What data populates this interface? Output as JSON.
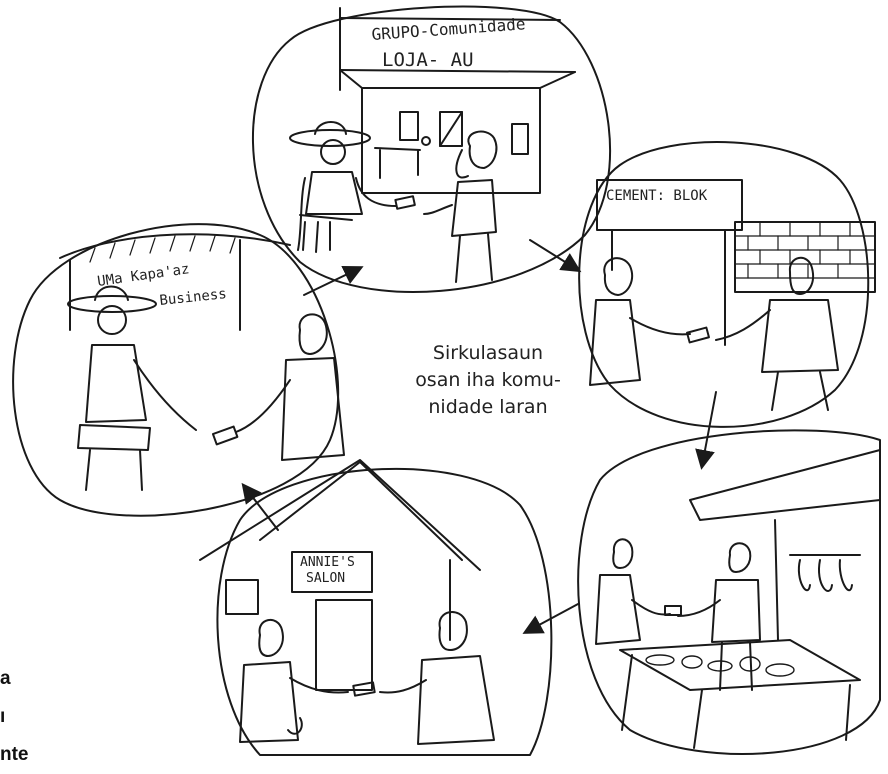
{
  "caption": {
    "lines": [
      "Sirkulasaun",
      "osan iha komu-",
      "nidade laran"
    ]
  },
  "side_text": {
    "lines": [
      "a",
      "ı",
      "nte"
    ]
  },
  "signs": {
    "store_top": "GRUPO-Comunidade",
    "store_name": "LOJA- AU",
    "cement": "CEMENT: BLOK",
    "carpentry_1": "UMa Kapa'az",
    "carpentry_2": "Business",
    "salon_1": "ANNIE'S",
    "salon_2": "SALON"
  }
}
